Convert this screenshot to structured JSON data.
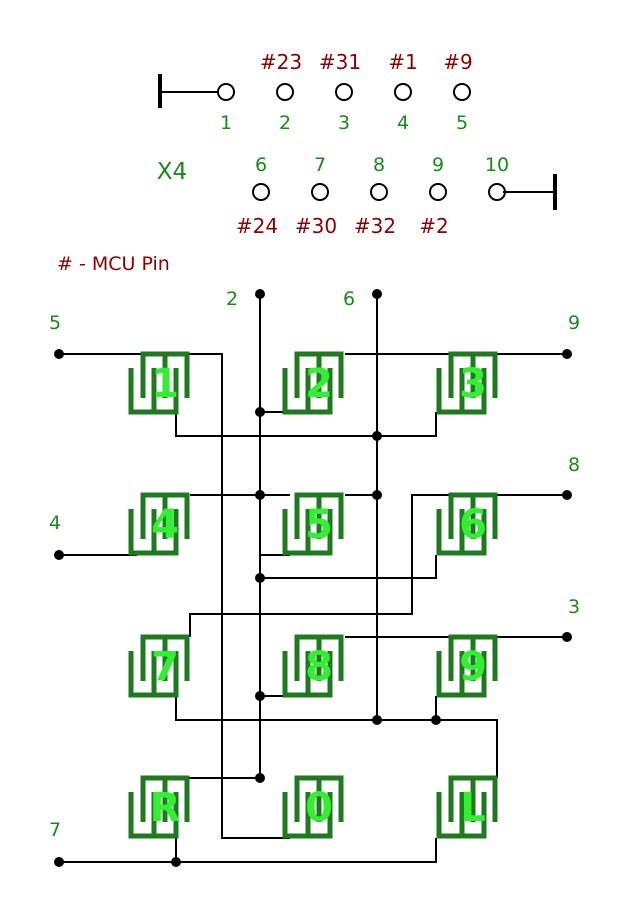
{
  "connector": {
    "label": "X4",
    "pins": [
      {
        "num": "1",
        "mcu": ""
      },
      {
        "num": "2",
        "mcu": "#23"
      },
      {
        "num": "3",
        "mcu": "#31"
      },
      {
        "num": "4",
        "mcu": "#1"
      },
      {
        "num": "5",
        "mcu": "#9"
      },
      {
        "num": "6",
        "mcu": "#24"
      },
      {
        "num": "7",
        "mcu": "#30"
      },
      {
        "num": "8",
        "mcu": "#32"
      },
      {
        "num": "9",
        "mcu": "#2"
      },
      {
        "num": "10",
        "mcu": ""
      }
    ]
  },
  "legend": "# - MCU Pin",
  "wire_labels": {
    "top_2": "2",
    "top_6": "6",
    "left_5": "5",
    "left_4": "4",
    "left_7": "7",
    "right_9": "9",
    "right_8": "8",
    "right_3": "3"
  },
  "keys": [
    "1",
    "2",
    "3",
    "4",
    "5",
    "6",
    "7",
    "8",
    "9",
    "R",
    "0",
    "L"
  ],
  "colors": {
    "pin_number": "#1a8a1a",
    "mcu_pin": "#8b0000",
    "pad": "#1f7a1f",
    "key_label": "#33ee33",
    "wire": "#000000"
  }
}
